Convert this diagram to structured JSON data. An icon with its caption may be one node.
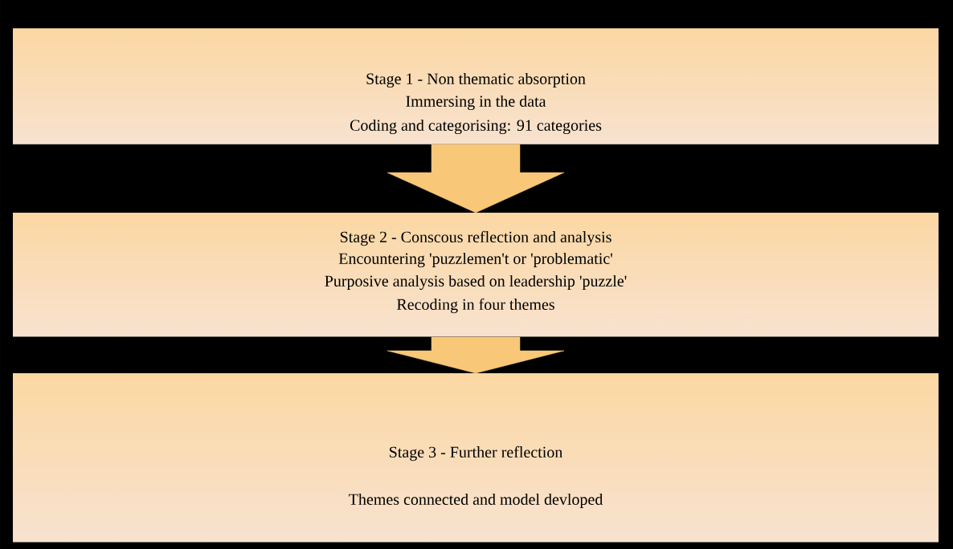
{
  "diagram": {
    "nodes": [
      {
        "text": [
          "Stage 1 - Non thematic absorption",
          "Immersing in the data",
          "Coding and categorising: 91 categories"
        ]
      },
      {
        "text": [
          "Stage 2 - Conscous reflection and analysis",
          "Encountering 'puzzlemen't or 'problematic'",
          "Purposive analysis based on leadership 'puzzle'",
          "Recoding in four themes"
        ]
      },
      {
        "text": [
          "Stage 3 - Further reflection",
          "Themes connected and model devloped"
        ]
      }
    ],
    "edges": [
      {
        "from": 0,
        "to": 1,
        "arrow": "to"
      },
      {
        "from": 1,
        "to": 2,
        "arrow": "to"
      }
    ]
  }
}
